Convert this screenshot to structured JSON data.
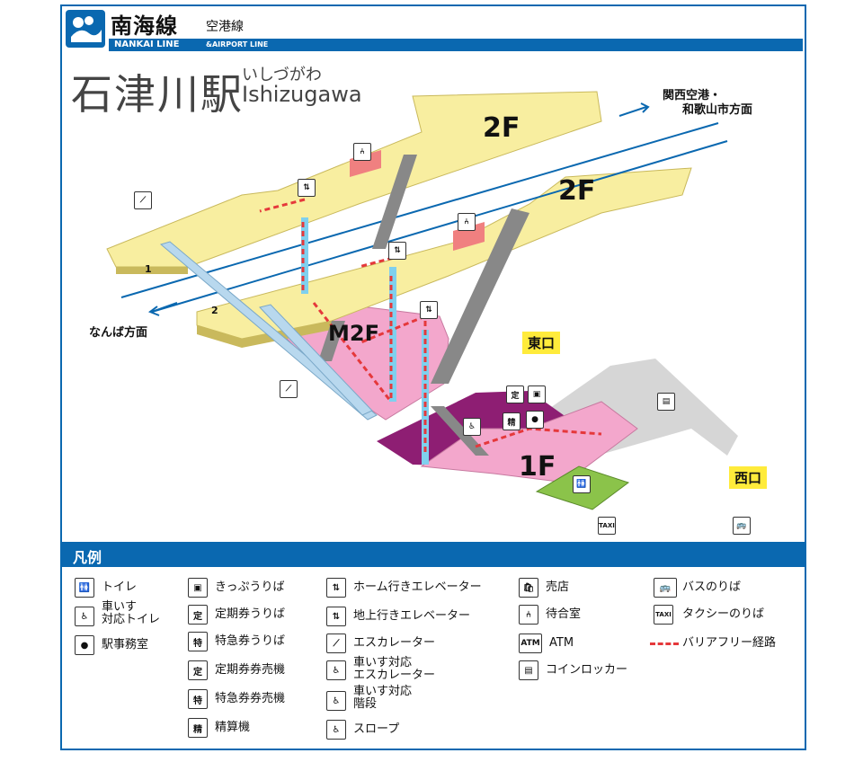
{
  "header": {
    "line_jp": "南海線",
    "line_sub": "空港線",
    "line_en": "NANKAI LINE",
    "line_en2": "&AIRPORT LINE"
  },
  "station": {
    "name_jp": "石津川駅",
    "name_kana": "いしづがわ",
    "name_romaji": "Ishizugawa"
  },
  "map": {
    "dir_kansai_1": "関西空港・",
    "dir_kansai_2": "和歌山市方面",
    "dir_namba": "なんば方面",
    "floor_2f_a": "2F",
    "floor_2f_b": "2F",
    "floor_m2f": "M2F",
    "floor_1f": "1F",
    "platform_1": "1",
    "platform_2": "2",
    "exit_east": "東口",
    "exit_west": "西口",
    "icon_teiki": "定",
    "icon_sei": "精",
    "icon_taxi": "TAXI"
  },
  "legend": {
    "title": "凡例",
    "items": [
      {
        "icon": "restroom-icon",
        "glyph": "🚻",
        "label": "トイレ"
      },
      {
        "icon": "accessible-restroom-icon",
        "glyph": "♿",
        "label": "車いす\n対応トイレ"
      },
      {
        "icon": "station-office-icon",
        "glyph": "●",
        "label": "駅事務室"
      },
      {
        "icon": "ticket-office-icon",
        "glyph": "▣",
        "label": "きっぷうりば"
      },
      {
        "icon": "commuter-pass-icon",
        "glyph": "定",
        "label": "定期券うりば"
      },
      {
        "icon": "limited-express-icon",
        "glyph": "特",
        "label": "特急券うりば"
      },
      {
        "icon": "commuter-pass-machine-icon",
        "glyph": "定",
        "label": "定期券券売機"
      },
      {
        "icon": "limited-express-machine-icon",
        "glyph": "特",
        "label": "特急券券売機"
      },
      {
        "icon": "fare-adjust-icon",
        "glyph": "精",
        "label": "精算機"
      },
      {
        "icon": "platform-elevator-icon",
        "glyph": "⇅",
        "label": "ホーム行きエレベーター"
      },
      {
        "icon": "ground-elevator-icon",
        "glyph": "⇅",
        "label": "地上行きエレベーター"
      },
      {
        "icon": "escalator-icon",
        "glyph": "⟋",
        "label": "エスカレーター"
      },
      {
        "icon": "wheelchair-escalator-icon",
        "glyph": "♿",
        "label": "車いす対応\nエスカレーター"
      },
      {
        "icon": "wheelchair-stairs-icon",
        "glyph": "♿",
        "label": "車いす対応\n階段"
      },
      {
        "icon": "slope-icon",
        "glyph": "♿",
        "label": "スロープ"
      },
      {
        "icon": "shop-icon",
        "glyph": "🛍",
        "label": "売店"
      },
      {
        "icon": "waiting-room-icon",
        "glyph": "⑃",
        "label": "待合室"
      },
      {
        "icon": "atm-icon",
        "glyph": "ATM",
        "label": "ATM"
      },
      {
        "icon": "coin-locker-icon",
        "glyph": "▤",
        "label": "コインロッカー"
      },
      {
        "icon": "bus-icon",
        "glyph": "🚌",
        "label": "バスのりば"
      },
      {
        "icon": "taxi-icon",
        "glyph": "TAXI",
        "label": "タクシーのりば"
      },
      {
        "icon": "barrier-free-route-icon",
        "glyph": "",
        "label": "バリアフリー経路"
      }
    ]
  },
  "colors": {
    "brand": "#0a68b0",
    "platform": "#f8eea0",
    "concourse": "#f3a7cc",
    "dark_concourse": "#8e1e73",
    "outside": "#d6d6d6",
    "restroom_area": "#8bc34a",
    "route": "#e5383b",
    "exit_label": "#ffeb3b"
  }
}
